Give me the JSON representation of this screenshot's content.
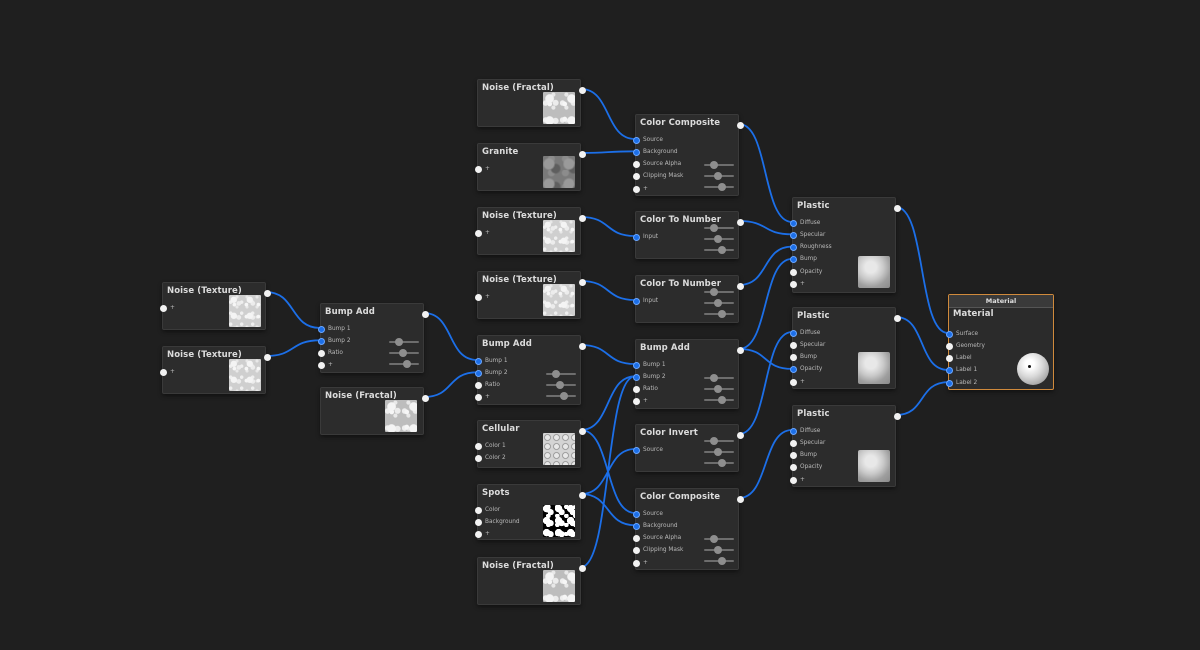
{
  "colors": {
    "background": "#1f1f1f",
    "node": "#2c2c2c",
    "wire": "#1c6fe8",
    "linked_port": "#1c6fe8",
    "material_border": "#d08a3c"
  },
  "nodes": [
    {
      "id": "noise_tex_l1",
      "title": "Noise (Texture)",
      "inputs": [
        {
          "label": "+"
        }
      ],
      "thumb": "noise"
    },
    {
      "id": "noise_tex_l2",
      "title": "Noise (Texture)",
      "inputs": [
        {
          "label": "+"
        }
      ],
      "thumb": "noise"
    },
    {
      "id": "bump_add_1",
      "title": "Bump Add",
      "inputs": [
        {
          "label": "Bump 1",
          "linked": true
        },
        {
          "label": "Bump 2",
          "linked": true
        },
        {
          "label": "Ratio"
        },
        {
          "label": "+"
        }
      ],
      "sliders": 3
    },
    {
      "id": "noise_frac_1",
      "title": "Noise (Fractal)",
      "inputs": [],
      "thumb": "fractal"
    },
    {
      "id": "noise_frac_top",
      "title": "Noise (Fractal)",
      "inputs": [],
      "thumb": "fractal"
    },
    {
      "id": "granite",
      "title": "Granite",
      "inputs": [
        {
          "label": "+"
        }
      ],
      "thumb": "granite"
    },
    {
      "id": "noise_tex_m1",
      "title": "Noise (Texture)",
      "inputs": [
        {
          "label": "+"
        }
      ],
      "thumb": "noise"
    },
    {
      "id": "noise_tex_m2",
      "title": "Noise (Texture)",
      "inputs": [
        {
          "label": "+"
        }
      ],
      "thumb": "noise"
    },
    {
      "id": "bump_add_2",
      "title": "Bump Add",
      "inputs": [
        {
          "label": "Bump 1",
          "linked": true
        },
        {
          "label": "Bump 2",
          "linked": true
        },
        {
          "label": "Ratio"
        },
        {
          "label": "+"
        }
      ],
      "sliders": 3
    },
    {
      "id": "cellular",
      "title": "Cellular",
      "inputs": [
        {
          "label": "Color 1"
        },
        {
          "label": "Color 2"
        }
      ],
      "thumb": "cellular"
    },
    {
      "id": "spots",
      "title": "Spots",
      "inputs": [
        {
          "label": "Color"
        },
        {
          "label": "Background"
        },
        {
          "label": "+"
        }
      ],
      "thumb": "spots"
    },
    {
      "id": "noise_frac_bot",
      "title": "Noise (Fractal)",
      "inputs": [],
      "thumb": "fractal"
    },
    {
      "id": "color_comp_1",
      "title": "Color Composite",
      "inputs": [
        {
          "label": "Source",
          "linked": true
        },
        {
          "label": "Background",
          "linked": true
        },
        {
          "label": "Source Alpha"
        },
        {
          "label": "Clipping Mask"
        },
        {
          "label": "+"
        }
      ],
      "sliders": 3
    },
    {
      "id": "color_to_num_1",
      "title": "Color To Number",
      "inputs": [
        {
          "label": "Input",
          "linked": true
        }
      ],
      "sliders": 3
    },
    {
      "id": "color_to_num_2",
      "title": "Color To Number",
      "inputs": [
        {
          "label": "Input",
          "linked": true
        }
      ],
      "sliders": 3
    },
    {
      "id": "bump_add_3",
      "title": "Bump Add",
      "inputs": [
        {
          "label": "Bump 1",
          "linked": true
        },
        {
          "label": "Bump 2",
          "linked": true
        },
        {
          "label": "Ratio"
        },
        {
          "label": "+"
        }
      ],
      "sliders": 3
    },
    {
      "id": "color_invert",
      "title": "Color Invert",
      "inputs": [
        {
          "label": "Source",
          "linked": true
        }
      ],
      "sliders": 3
    },
    {
      "id": "color_comp_2",
      "title": "Color Composite",
      "inputs": [
        {
          "label": "Source",
          "linked": true
        },
        {
          "label": "Background",
          "linked": true
        },
        {
          "label": "Source Alpha"
        },
        {
          "label": "Clipping Mask"
        },
        {
          "label": "+"
        }
      ],
      "sliders": 3
    },
    {
      "id": "plastic_1",
      "title": "Plastic",
      "inputs": [
        {
          "label": "Diffuse",
          "linked": true
        },
        {
          "label": "Specular",
          "linked": true
        },
        {
          "label": "Roughness",
          "linked": true
        },
        {
          "label": "Bump",
          "linked": true
        },
        {
          "label": "Opacity"
        },
        {
          "label": "+"
        }
      ],
      "thumb": "sphere"
    },
    {
      "id": "plastic_2",
      "title": "Plastic",
      "inputs": [
        {
          "label": "Diffuse",
          "linked": true
        },
        {
          "label": "Specular"
        },
        {
          "label": "Bump"
        },
        {
          "label": "Opacity",
          "linked": true
        },
        {
          "label": "+"
        }
      ],
      "thumb": "sphere"
    },
    {
      "id": "plastic_3",
      "title": "Plastic",
      "inputs": [
        {
          "label": "Diffuse",
          "linked": true
        },
        {
          "label": "Specular"
        },
        {
          "label": "Bump"
        },
        {
          "label": "Opacity"
        },
        {
          "label": "+"
        }
      ],
      "thumb": "sphere"
    },
    {
      "id": "material",
      "header": "Material",
      "title": "Material",
      "inputs": [
        {
          "label": "Surface",
          "linked": true
        },
        {
          "label": "Geometry"
        },
        {
          "label": "Label"
        },
        {
          "label": "Label 1",
          "linked": true
        },
        {
          "label": "Label 2",
          "linked": true
        }
      ],
      "thumb": "ball"
    }
  ],
  "connections": [
    [
      "noise_tex_l1",
      0,
      "bump_add_1",
      0
    ],
    [
      "noise_tex_l2",
      0,
      "bump_add_1",
      1
    ],
    [
      "bump_add_1",
      0,
      "bump_add_2",
      0
    ],
    [
      "noise_frac_1",
      0,
      "bump_add_2",
      1
    ],
    [
      "noise_frac_top",
      0,
      "color_comp_1",
      0
    ],
    [
      "granite",
      0,
      "color_comp_1",
      1
    ],
    [
      "noise_tex_m1",
      0,
      "color_to_num_1",
      0
    ],
    [
      "noise_tex_m2",
      0,
      "color_to_num_2",
      0
    ],
    [
      "bump_add_2",
      0,
      "bump_add_3",
      0
    ],
    [
      "cellular",
      0,
      "bump_add_3",
      1
    ],
    [
      "spots",
      0,
      "color_invert",
      0
    ],
    [
      "cellular",
      0,
      "color_comp_2",
      0
    ],
    [
      "spots",
      0,
      "color_comp_2",
      1
    ],
    [
      "noise_frac_bot",
      0,
      "bump_add_3",
      1
    ],
    [
      "color_comp_1",
      0,
      "plastic_1",
      0
    ],
    [
      "color_to_num_1",
      0,
      "plastic_1",
      1
    ],
    [
      "color_to_num_2",
      0,
      "plastic_1",
      2
    ],
    [
      "bump_add_3",
      0,
      "plastic_1",
      3
    ],
    [
      "color_invert",
      0,
      "plastic_2",
      0
    ],
    [
      "bump_add_3",
      0,
      "plastic_2",
      3
    ],
    [
      "color_comp_2",
      0,
      "plastic_3",
      0
    ],
    [
      "plastic_1",
      0,
      "material",
      0
    ],
    [
      "plastic_2",
      0,
      "material",
      3
    ],
    [
      "plastic_3",
      0,
      "material",
      4
    ]
  ]
}
